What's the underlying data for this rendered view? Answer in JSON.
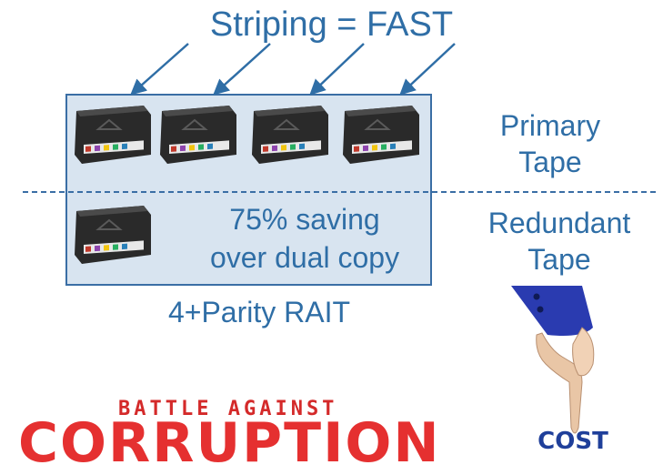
{
  "title": "Striping = FAST",
  "labels": {
    "primary": [
      "Primary",
      "Tape"
    ],
    "redundant": [
      "Redundant",
      "Tape"
    ],
    "saving": [
      "75% saving",
      "over dual copy"
    ],
    "caption": "4+Parity RAIT"
  },
  "logo": {
    "small": "BATTLE AGAINST",
    "big": "CORRUPTION"
  },
  "cost": "COST",
  "colors": {
    "accent_blue": "#2f6ea6",
    "box_fill": "#d8e4f0",
    "logo_red": "#e53030",
    "cost_blue": "#1f3f9a"
  },
  "icons": [
    "tape-cartridge-icon",
    "pointing-hand-icon",
    "arrow-icon"
  ]
}
